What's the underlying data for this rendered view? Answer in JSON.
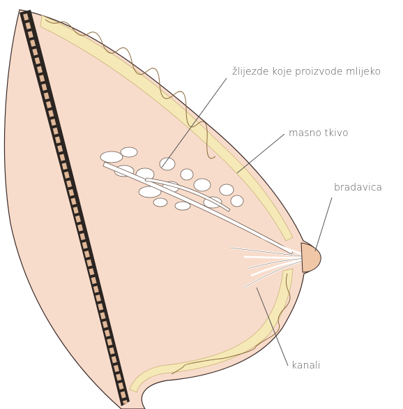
{
  "labels": {
    "glands": "žlijezde koje proizvode mlijeko",
    "fat": "masno tkivo",
    "nipple": "bradavica",
    "ducts": "kanali"
  },
  "colors": {
    "skin": "#f8dccb",
    "skin_outline": "#3a2a28",
    "fat_layer": "#f6e9b8",
    "muscle_band": "#2b2522",
    "muscle_fibers": "#e0b898",
    "glands": "#ffffff",
    "leader_line": "#555555",
    "label_text": "#555555"
  }
}
